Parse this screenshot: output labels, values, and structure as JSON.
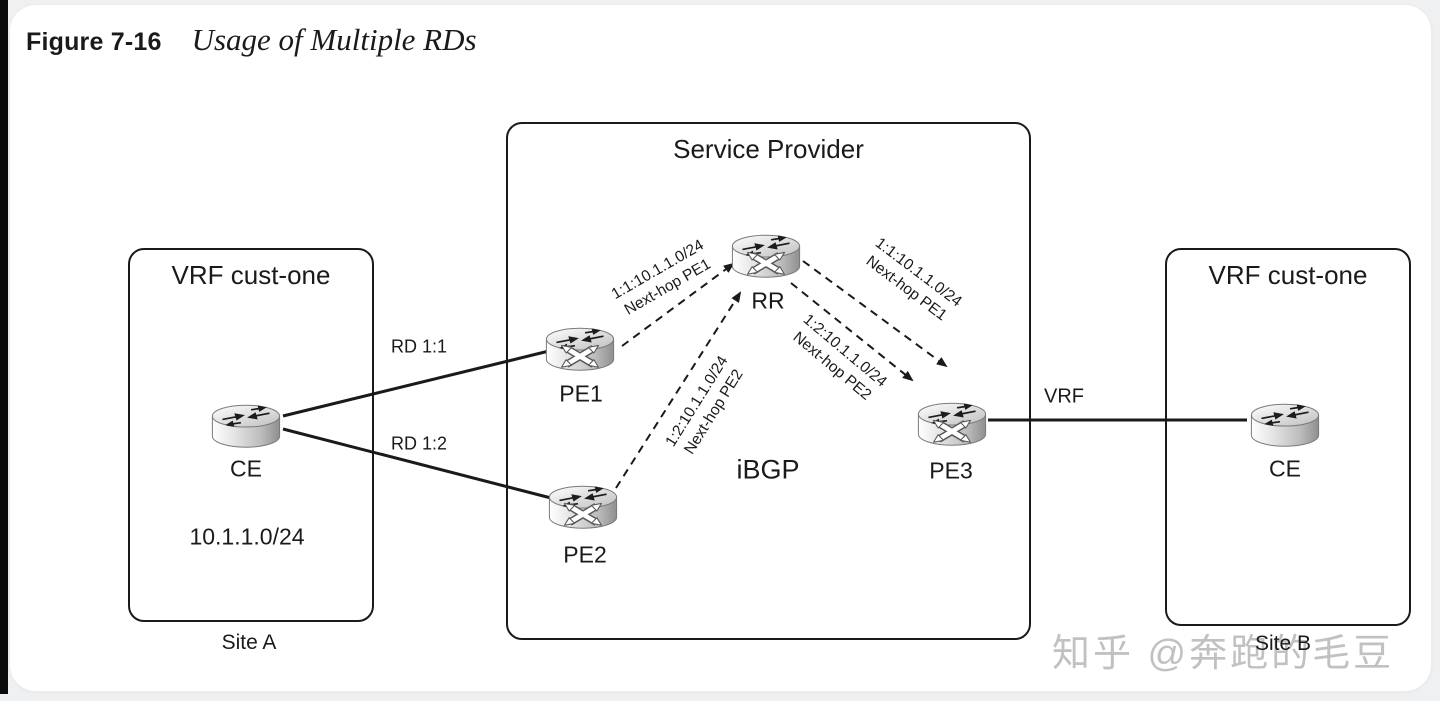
{
  "figure": {
    "label": "Figure 7-16",
    "title": "Usage of Multiple RDs"
  },
  "provider": {
    "title": "Service Provider",
    "ibgp_label": "iBGP",
    "routers": {
      "pe1": "PE1",
      "pe2": "PE2",
      "rr": "RR",
      "pe3": "PE3"
    }
  },
  "site_a": {
    "title": "VRF cust-one",
    "router": "CE",
    "subnet": "10.1.1.0/24",
    "caption": "Site A"
  },
  "site_b": {
    "title": "VRF cust-one",
    "router": "CE",
    "caption": "Site B"
  },
  "links": {
    "rd1": "RD 1:1",
    "rd2": "RD 1:2",
    "vrf": "VRF",
    "routes": [
      {
        "prefix": "1:1:10.1.1.0/24",
        "nexthop": "Next-hop PE1"
      },
      {
        "prefix": "1:2:10.1.1.0/24",
        "nexthop": "Next-hop PE2"
      },
      {
        "prefix": "1:1:10.1.1.0/24",
        "nexthop": "Next-hop PE1"
      },
      {
        "prefix": "1:2:10.1.1.0/24",
        "nexthop": "Next-hop PE2"
      }
    ]
  },
  "watermark": "知乎 @奔跑的毛豆",
  "colors": {
    "stroke": "#1a1a1a",
    "watermark": "#c1c1c1"
  }
}
